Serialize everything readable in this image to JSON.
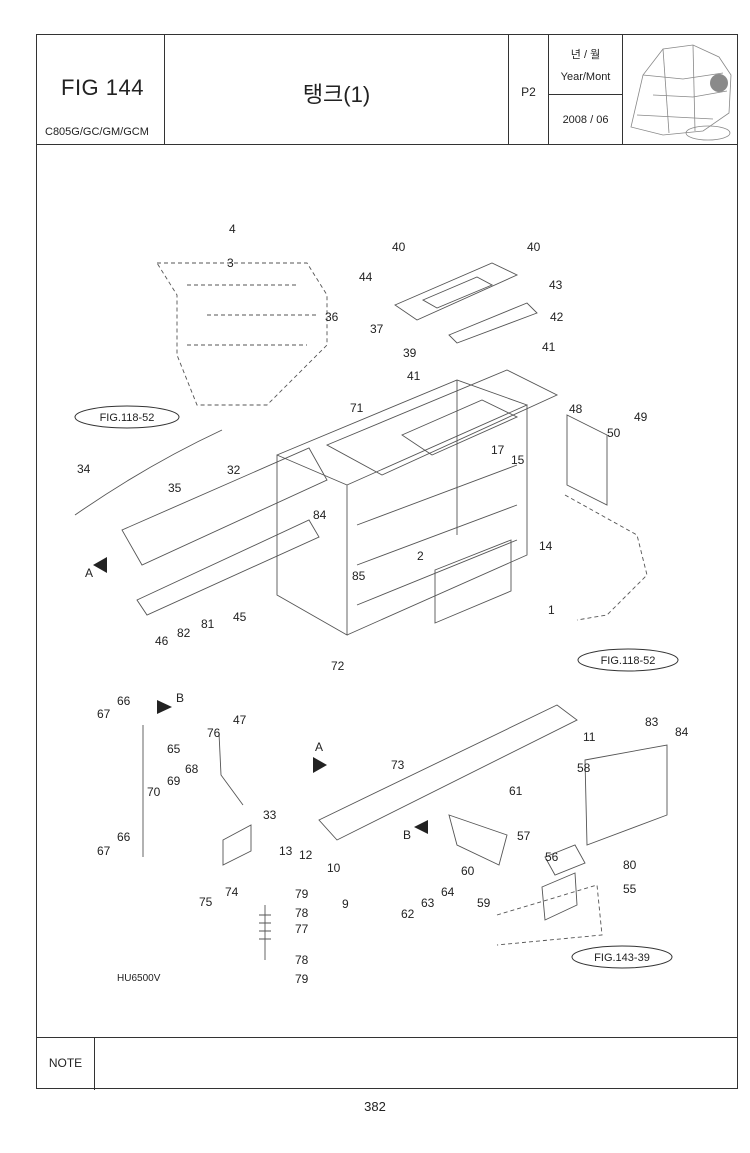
{
  "header": {
    "fig_number": "FIG 144",
    "models": "C805G/GC/GM/GCM",
    "title": "탱크(1)",
    "page_code": "P2",
    "year_month_kr": "년 / 월",
    "year_month_en": "Year/Mont",
    "date": "2008 / 06"
  },
  "diagram": {
    "drawing_code": "HU6500V",
    "part_labels": [
      "1",
      "2",
      "3",
      "4",
      "9",
      "10",
      "11",
      "12",
      "13",
      "14",
      "15",
      "17",
      "32",
      "33",
      "34",
      "35",
      "36",
      "37",
      "39",
      "40",
      "41",
      "42",
      "43",
      "44",
      "45",
      "46",
      "47",
      "48",
      "49",
      "50",
      "55",
      "56",
      "57",
      "58",
      "59",
      "60",
      "61",
      "62",
      "63",
      "64",
      "65",
      "66",
      "67",
      "68",
      "69",
      "70",
      "71",
      "72",
      "73",
      "74",
      "75",
      "76",
      "77",
      "78",
      "79",
      "80",
      "81",
      "82",
      "83",
      "84",
      "85"
    ],
    "view_labels": [
      "A",
      "B"
    ],
    "references": [
      "FIG.118-52",
      "FIG.143-39"
    ]
  },
  "footer": {
    "note_label": "NOTE",
    "page_number": "382"
  }
}
